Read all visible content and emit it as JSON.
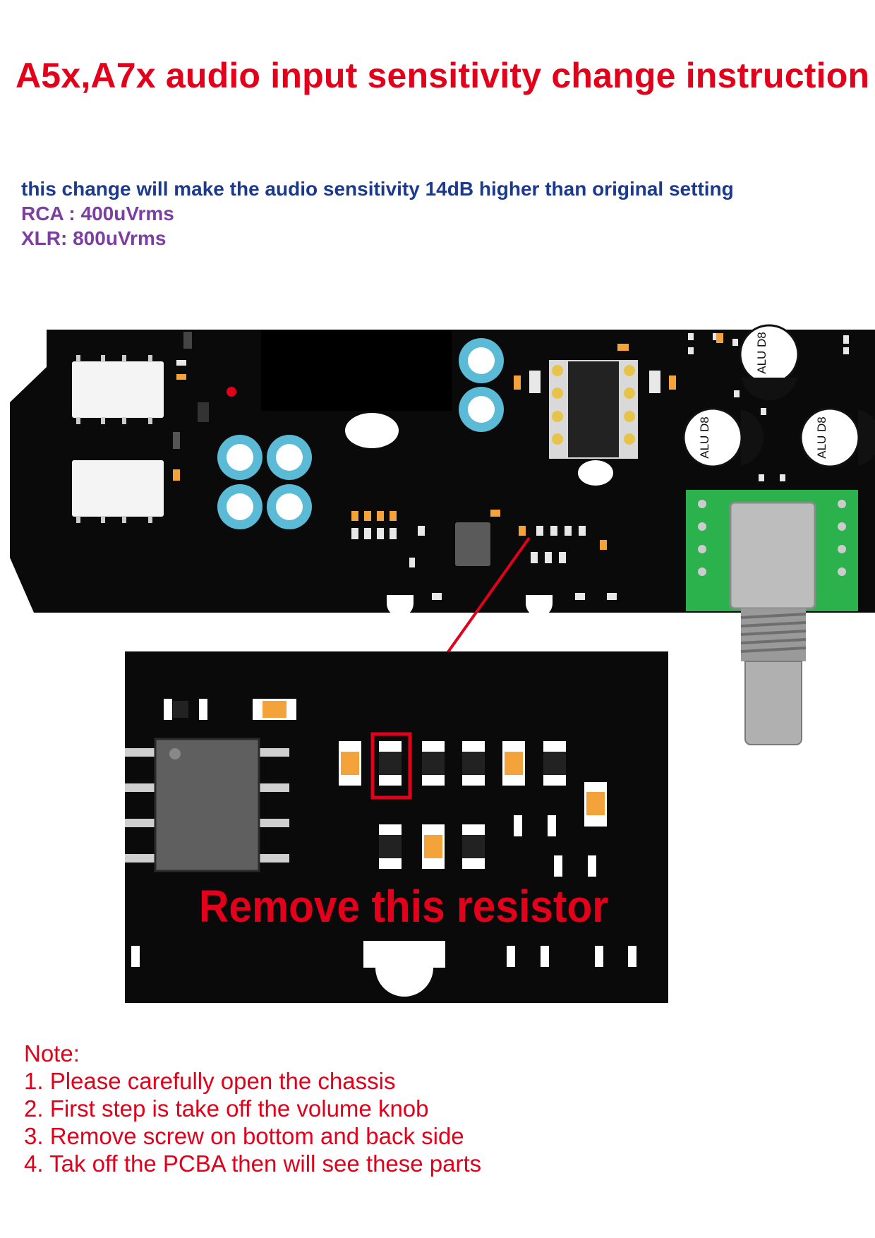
{
  "title": "A5x,A7x audio input sensitivity change instruction",
  "intro": {
    "line1": "this change will make the audio sensitivity 14dB higher than original setting",
    "line2": "RCA : 400uVrms",
    "line3": "XLR: 800uVrms"
  },
  "board": {
    "capacitor_label_top": "ALU D8",
    "capacitor_label_left": "ALU D8",
    "capacitor_label_right": "ALU D8",
    "callout": "Remove this resistor"
  },
  "notes": {
    "heading": "Note:",
    "items": [
      "1. Please carefully open the chassis",
      "2. First step is take off the volume knob",
      "3. Remove screw on bottom and back side",
      "4. Tak off the PCBA then will see these parts"
    ]
  },
  "colors": {
    "title": "#e2001a",
    "intro_primary": "#1c3a8c",
    "intro_secondary": "#7a3fa0",
    "pcb": "#0a0a0a",
    "capacitor_ring": "#5bbad5",
    "highlight": "#e2001a"
  }
}
